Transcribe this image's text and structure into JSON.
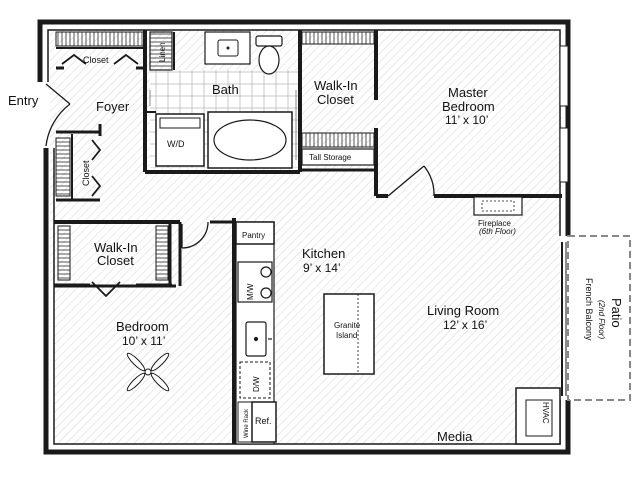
{
  "rooms": {
    "entry": "Entry",
    "foyer": "Foyer",
    "closet_top": "Closet",
    "closet_side": "Closet",
    "linen": "Linen",
    "bath": "Bath",
    "wd": "W/D",
    "walkin_top": {
      "line1": "Walk-In",
      "line2": "Closet"
    },
    "tall_storage": "Tall Storage",
    "master": {
      "line1": "Master",
      "line2": "Bedroom",
      "dim": "11’ x 10’"
    },
    "fireplace": {
      "line1": "Fireplace",
      "line2": "(6th Floor)"
    },
    "walkin_left": {
      "line1": "Walk-In",
      "line2": "Closet"
    },
    "pantry": "Pantry",
    "kitchen": {
      "line1": "Kitchen",
      "dim": "9’ x 14’"
    },
    "mw": "M/W",
    "granite": {
      "line1": "Granite",
      "line2": "Island"
    },
    "dw": "D/W",
    "wine": "Wine Rack",
    "ref": "Ref.",
    "bedroom": {
      "line1": "Bedroom",
      "dim": "10’ x 11’"
    },
    "living": {
      "line1": "Living Room",
      "dim": "12’ x 16’"
    },
    "media": "Media",
    "hvac": "HVAC",
    "patio": {
      "line1": "Patio",
      "line2": "(2nd Floor)",
      "line3": "French Balcony"
    }
  },
  "colors": {
    "wall": "#1a1a1a",
    "wall_light": "#9a9a9a",
    "hatch": "#d4d4d4",
    "tile": "#bdbdbd",
    "background": "#ffffff"
  }
}
